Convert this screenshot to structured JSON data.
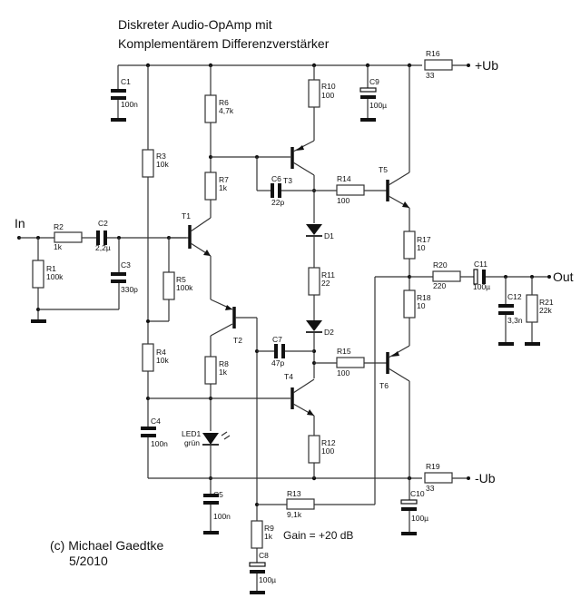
{
  "title": {
    "line1": "Diskreter Audio-OpAmp mit",
    "line2": "Komplementärem Differenzverstärker"
  },
  "terminals": {
    "in": "In",
    "out": "Out",
    "vpos": "+Ub",
    "vneg": "-Ub"
  },
  "components": {
    "R1": {
      "name": "R1",
      "value": "100k"
    },
    "R2": {
      "name": "R2",
      "value": "1k"
    },
    "R3": {
      "name": "R3",
      "value": "10k"
    },
    "R4": {
      "name": "R4",
      "value": "10k"
    },
    "R5": {
      "name": "R5",
      "value": "100k"
    },
    "R6": {
      "name": "R6",
      "value": "4,7k"
    },
    "R7": {
      "name": "R7",
      "value": "1k"
    },
    "R8": {
      "name": "R8",
      "value": "1k"
    },
    "R9": {
      "name": "R9",
      "value": "1k"
    },
    "R10": {
      "name": "R10",
      "value": "100"
    },
    "R11": {
      "name": "R11",
      "value": "22"
    },
    "R12": {
      "name": "R12",
      "value": "100"
    },
    "R13": {
      "name": "R13",
      "value": "9,1k"
    },
    "R14": {
      "name": "R14",
      "value": "100"
    },
    "R15": {
      "name": "R15",
      "value": "100"
    },
    "R16": {
      "name": "R16",
      "value": "33"
    },
    "R17": {
      "name": "R17",
      "value": "10"
    },
    "R18": {
      "name": "R18",
      "value": "10"
    },
    "R19": {
      "name": "R19",
      "value": "33"
    },
    "R20": {
      "name": "R20",
      "value": "220"
    },
    "R21": {
      "name": "R21",
      "value": "22k"
    },
    "C1": {
      "name": "C1",
      "value": "100n"
    },
    "C2": {
      "name": "C2",
      "value": "2,2µ"
    },
    "C3": {
      "name": "C3",
      "value": "330p"
    },
    "C4": {
      "name": "C4",
      "value": "100n"
    },
    "C5": {
      "name": "C5",
      "value": "100n"
    },
    "C6": {
      "name": "C6",
      "value": "22p"
    },
    "C7": {
      "name": "C7",
      "value": "47p"
    },
    "C8": {
      "name": "C8",
      "value": "100µ"
    },
    "C9": {
      "name": "C9",
      "value": "100µ"
    },
    "C10": {
      "name": "C10",
      "value": "100µ"
    },
    "C11": {
      "name": "C11",
      "value": "100µ"
    },
    "C12": {
      "name": "C12",
      "value": "3,3n"
    },
    "D1": {
      "name": "D1"
    },
    "D2": {
      "name": "D2"
    },
    "LED1": {
      "name": "LED1",
      "value": "grün"
    },
    "T1": {
      "name": "T1"
    },
    "T2": {
      "name": "T2"
    },
    "T3": {
      "name": "T3"
    },
    "T4": {
      "name": "T4"
    },
    "T5": {
      "name": "T5"
    },
    "T6": {
      "name": "T6"
    }
  },
  "annotations": {
    "gain": "Gain = +20 dB",
    "copyright": "(c) Michael Gaedtke",
    "date": "5/2010"
  }
}
